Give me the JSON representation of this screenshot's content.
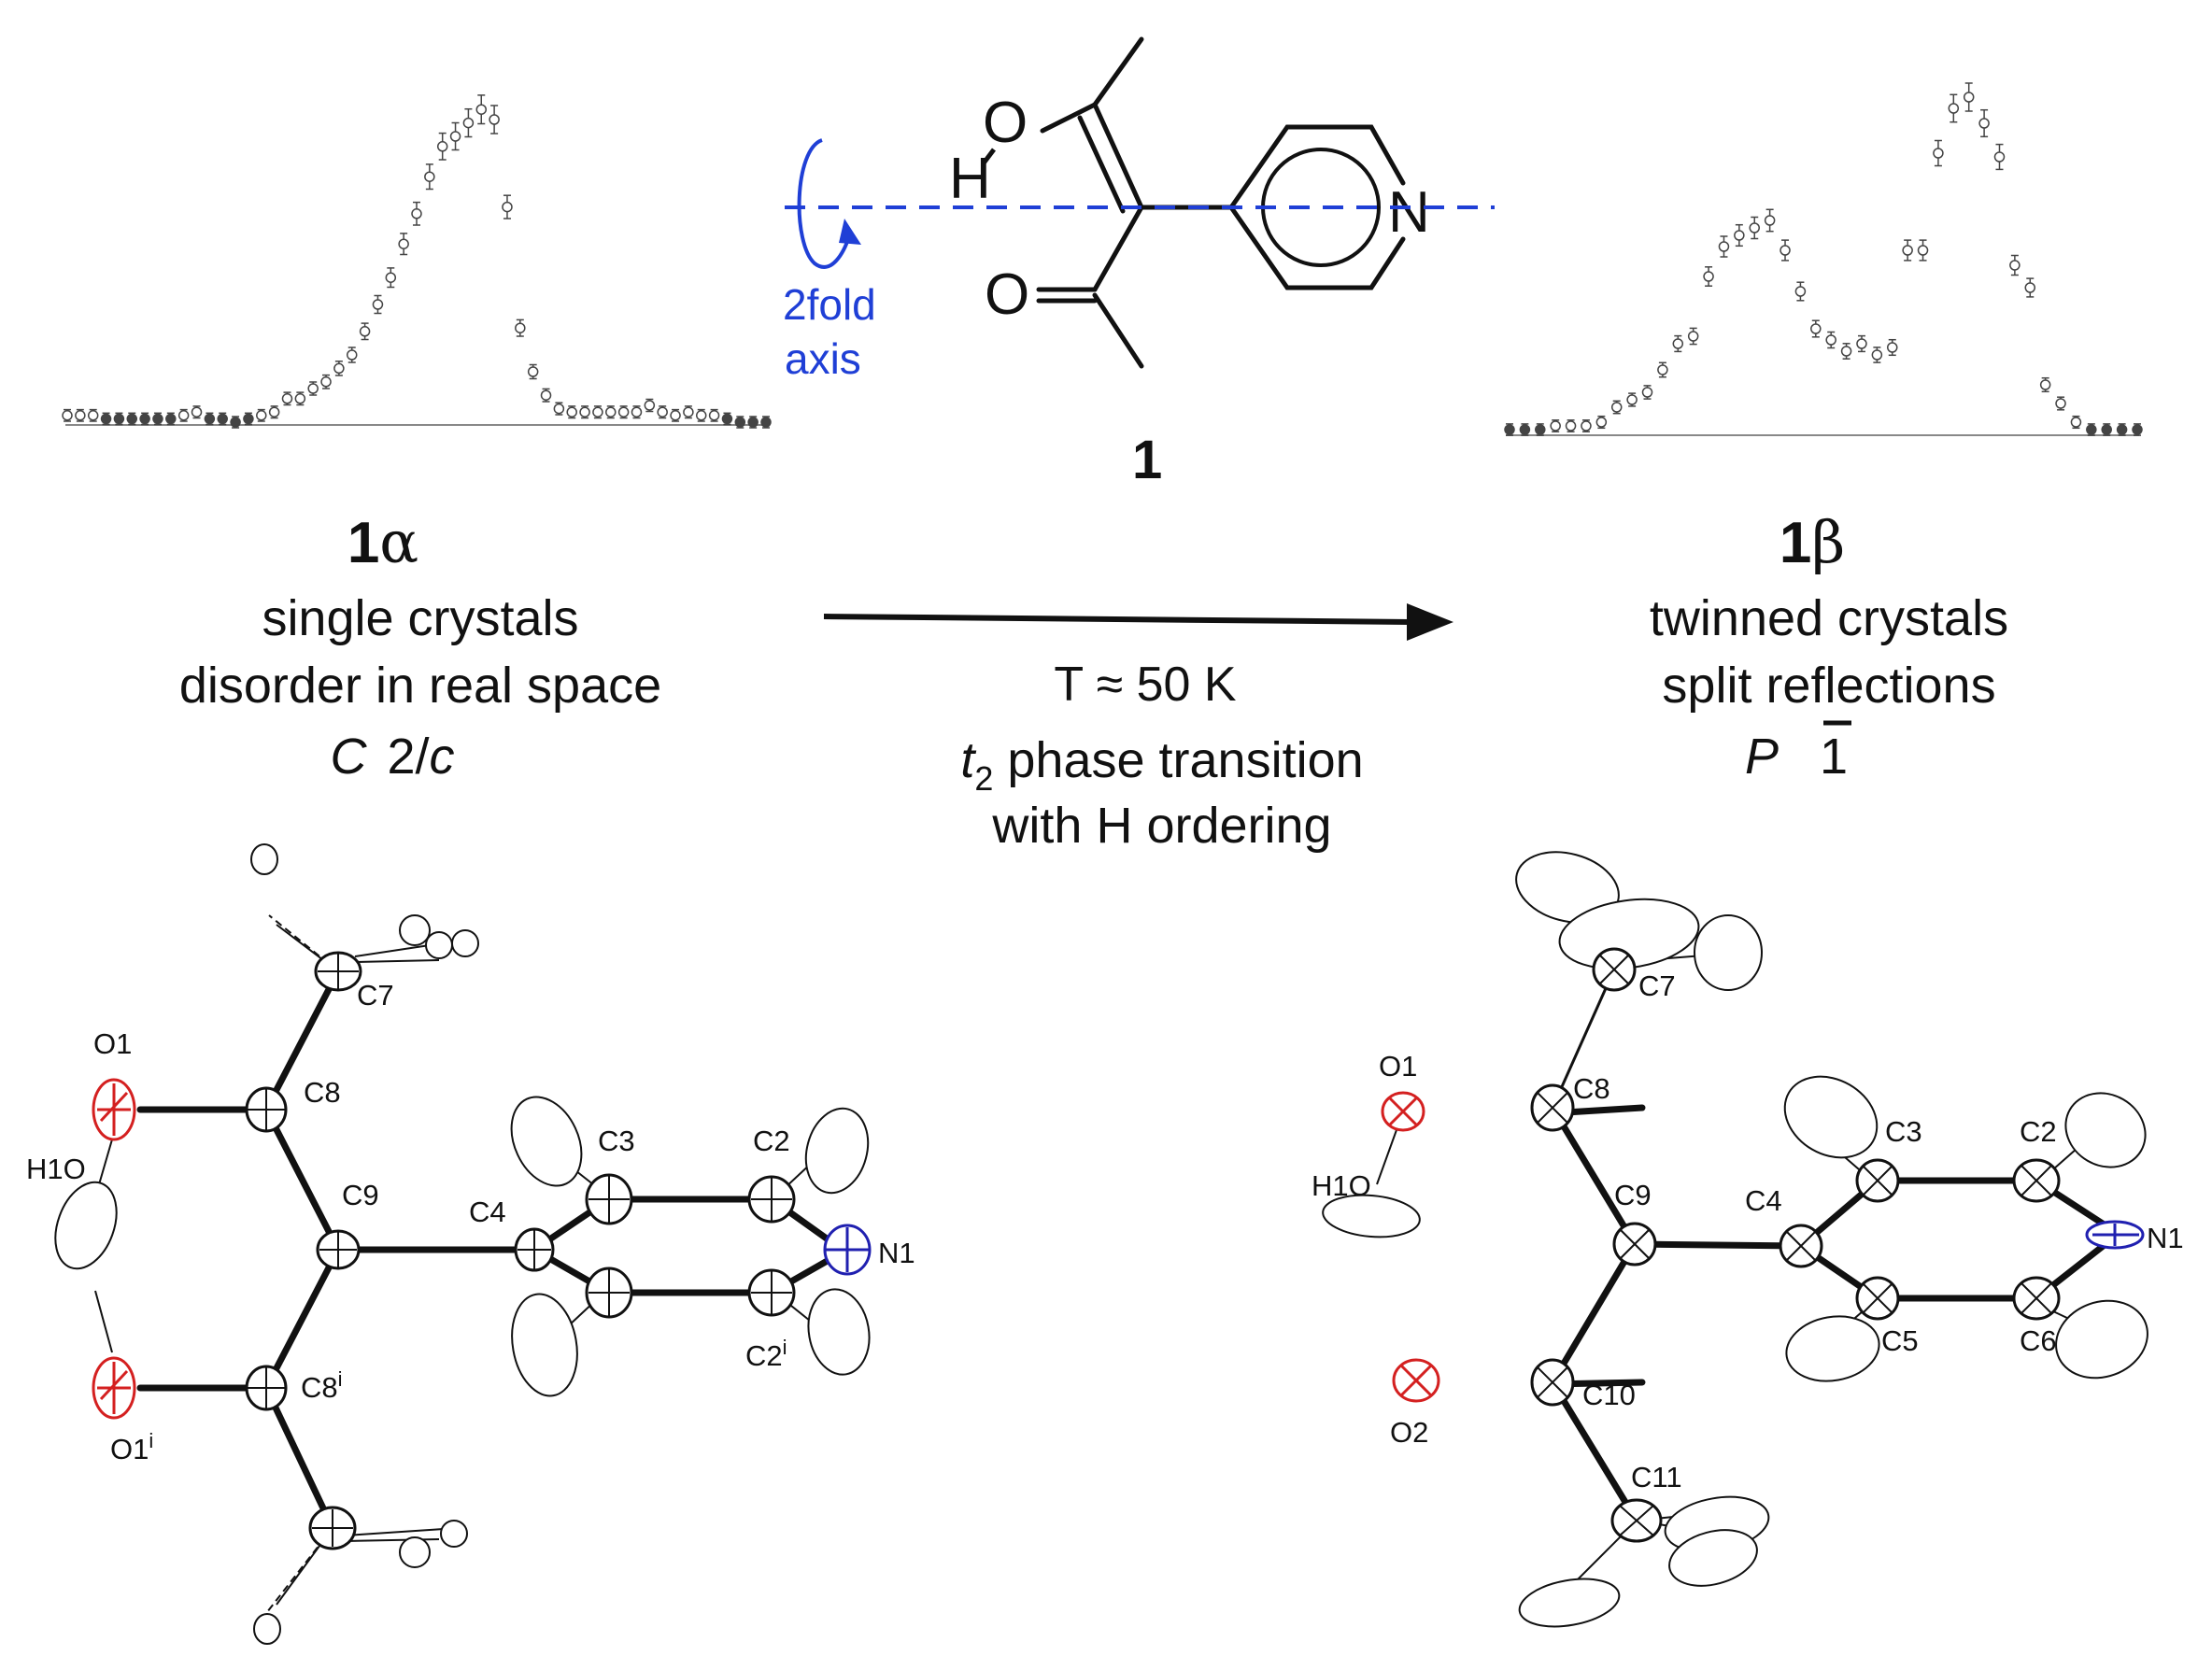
{
  "molecule": {
    "compound_number": "1",
    "atoms": {
      "O_hydroxyl": "O",
      "H_hydroxyl": "H",
      "O_keto": "O",
      "N_ring": "N"
    },
    "axis_label_line1": "2fold",
    "axis_label_line2": "axis",
    "axis_color": "#1f3fd6"
  },
  "left_phase": {
    "number": "1",
    "greek": "α",
    "line1": "single crystals",
    "line2": "disorder in real space",
    "space_group_letter": "C",
    "space_group_rest_num": "2/",
    "space_group_rest_it": "c"
  },
  "right_phase": {
    "number": "1",
    "greek": "β",
    "line1": "twinned crystals",
    "line2": "split reflections",
    "space_group_letter": "P",
    "space_group_bar": "1"
  },
  "transition": {
    "temperature": "T ≈ 50 K",
    "t_symbol": "t",
    "t_subscript": "2",
    "line1_rest": " phase transition",
    "line2": "with H ordering"
  },
  "structure_alpha": {
    "labels": {
      "C7": "C7",
      "O1": "O1",
      "C8": "C8",
      "H1O": "H1O",
      "C9": "C9",
      "C4": "C4",
      "C3": "C3",
      "C2": "C2",
      "N1": "N1",
      "C2i": "C2",
      "C8i": "C8",
      "O1i": "O1",
      "sup": "i"
    },
    "oxygen_color": "#d42020",
    "nitrogen_color": "#2020b0"
  },
  "structure_beta": {
    "labels": {
      "C7": "C7",
      "O1": "O1",
      "C8": "C8",
      "H1O": "H1O",
      "C9": "C9",
      "C4": "C4",
      "C3": "C3",
      "C2": "C2",
      "N1": "N1",
      "C5": "C5",
      "C6": "C6",
      "O2": "O2",
      "C10": "C10",
      "C11": "C11"
    }
  },
  "profiles": {
    "left": {
      "values": [
        0.02,
        0.02,
        0.02,
        0.01,
        0.01,
        0.01,
        0.01,
        0.01,
        0.01,
        0.02,
        0.03,
        0.01,
        0.01,
        0.0,
        0.01,
        0.02,
        0.03,
        0.07,
        0.07,
        0.1,
        0.12,
        0.16,
        0.2,
        0.27,
        0.35,
        0.43,
        0.53,
        0.62,
        0.73,
        0.82,
        0.85,
        0.89,
        0.93,
        0.9,
        0.64,
        0.28,
        0.15,
        0.08,
        0.04,
        0.03,
        0.03,
        0.03,
        0.03,
        0.03,
        0.03,
        0.05,
        0.03,
        0.02,
        0.03,
        0.02,
        0.02,
        0.01,
        0.0,
        0.0,
        0.0
      ]
    },
    "right": {
      "values": [
        0.01,
        0.01,
        0.01,
        0.02,
        0.02,
        0.02,
        0.03,
        0.07,
        0.09,
        0.11,
        0.17,
        0.24,
        0.26,
        0.42,
        0.5,
        0.53,
        0.55,
        0.57,
        0.49,
        0.38,
        0.28,
        0.25,
        0.22,
        0.24,
        0.21,
        0.23,
        0.49,
        0.49,
        0.75,
        0.87,
        0.9,
        0.83,
        0.74,
        0.45,
        0.39,
        0.13,
        0.08,
        0.03,
        0.01,
        0.01,
        0.01,
        0.01
      ]
    }
  }
}
